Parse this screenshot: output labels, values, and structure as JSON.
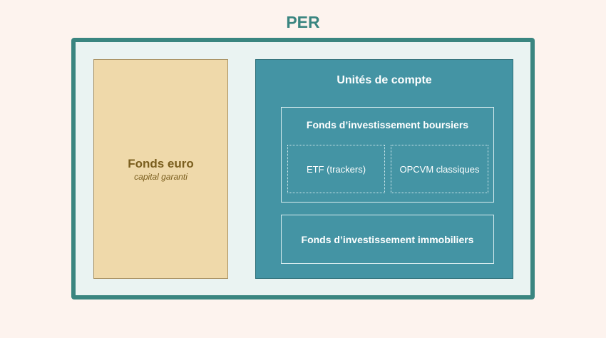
{
  "diagram": {
    "title": "PER",
    "colors": {
      "background": "#fdf3ee",
      "accent": "#3a8580",
      "container_fill": "#eaf3f2",
      "fonds_euro_fill": "#efd9aa",
      "fonds_euro_text": "#7a5e1e",
      "uc_fill": "#4494a4"
    },
    "fonds_euro": {
      "title": "Fonds euro",
      "subtitle": "capital garanti"
    },
    "unites_de_compte": {
      "title": "Unités de compte",
      "boursiers": {
        "title": "Fonds d’investissement boursiers",
        "items": [
          {
            "label": "ETF (trackers)"
          },
          {
            "label": "OPCVM classiques"
          }
        ]
      },
      "immobiliers": {
        "title": "Fonds d’investissement immobiliers"
      }
    }
  }
}
